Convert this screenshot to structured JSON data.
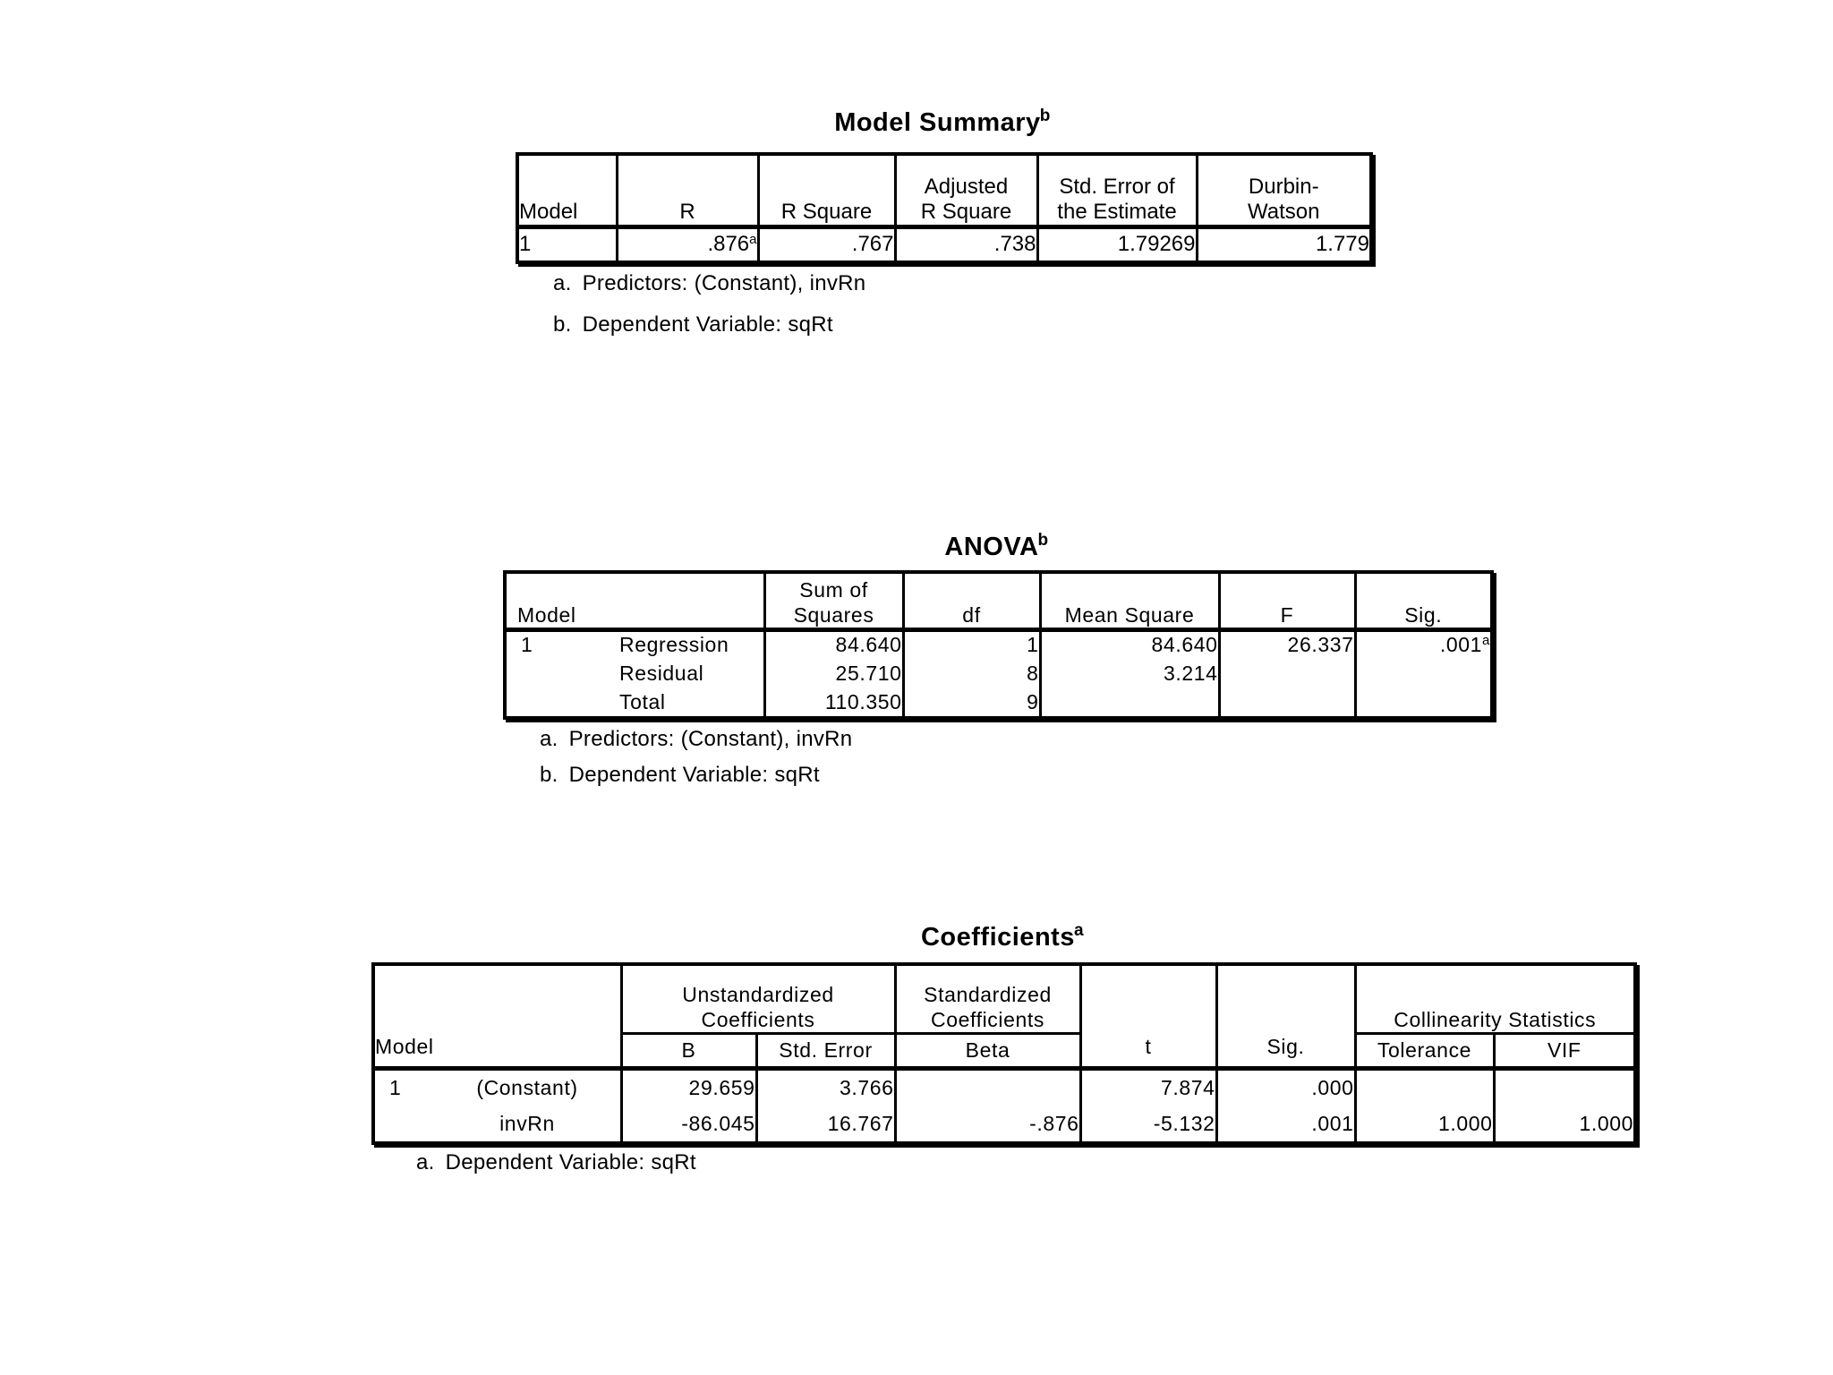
{
  "document": {
    "model_summary": {
      "title": "Model Summary",
      "title_superscript": "b",
      "headers": {
        "model": "Model",
        "r": "R",
        "r_square": "R Square",
        "adjusted_r_square": "Adjusted\nR Square",
        "std_error": "Std. Error of\nthe Estimate",
        "durbin_watson": "Durbin-\nWatson"
      },
      "row": {
        "model": "1",
        "r": ".876",
        "r_superscript": "a",
        "r_square": ".767",
        "adjusted_r_square": ".738",
        "std_error": "1.79269",
        "durbin_watson": "1.779"
      },
      "footnotes": [
        {
          "marker": "a.",
          "text": "Predictors: (Constant), invRn"
        },
        {
          "marker": "b.",
          "text": "Dependent Variable: sqRt"
        }
      ]
    },
    "anova": {
      "title": "ANOVA",
      "title_superscript": "b",
      "headers": {
        "model": "Model",
        "sum_of_squares": "Sum of\nSquares",
        "df": "df",
        "mean_square": "Mean Square",
        "f": "F",
        "sig": "Sig."
      },
      "rows": [
        {
          "model_number": "1",
          "label": "Regression",
          "sum_of_squares": "84.640",
          "df": "1",
          "mean_square": "84.640",
          "f": "26.337",
          "sig": ".001",
          "sig_superscript": "a"
        },
        {
          "model_number": "",
          "label": "Residual",
          "sum_of_squares": "25.710",
          "df": "8",
          "mean_square": "3.214",
          "f": "",
          "sig": "",
          "sig_superscript": ""
        },
        {
          "model_number": "",
          "label": "Total",
          "sum_of_squares": "110.350",
          "df": "9",
          "mean_square": "",
          "f": "",
          "sig": "",
          "sig_superscript": ""
        }
      ],
      "footnotes": [
        {
          "marker": "a.",
          "text": "Predictors: (Constant), invRn"
        },
        {
          "marker": "b.",
          "text": "Dependent Variable: sqRt"
        }
      ]
    },
    "coefficients": {
      "title": "Coefficients",
      "title_superscript": "a",
      "headers": {
        "model": "Model",
        "unstandardized": "Unstandardized\nCoefficients",
        "standardized": "Standardized\nCoefficients",
        "b": "B",
        "std_error": "Std. Error",
        "beta": "Beta",
        "t": "t",
        "sig": "Sig.",
        "collinearity": "Collinearity Statistics",
        "tolerance": "Tolerance",
        "vif": "VIF"
      },
      "rows": [
        {
          "model_number": "1",
          "label": "(Constant)",
          "b": "29.659",
          "std_error": "3.766",
          "beta": "",
          "t": "7.874",
          "sig": ".000",
          "tolerance": "",
          "vif": ""
        },
        {
          "model_number": "",
          "label": "invRn",
          "b": "-86.045",
          "std_error": "16.767",
          "beta": "-.876",
          "t": "-5.132",
          "sig": ".001",
          "tolerance": "1.000",
          "vif": "1.000"
        }
      ],
      "footnotes": [
        {
          "marker": "a.",
          "text": "Dependent Variable: sqRt"
        }
      ]
    }
  }
}
